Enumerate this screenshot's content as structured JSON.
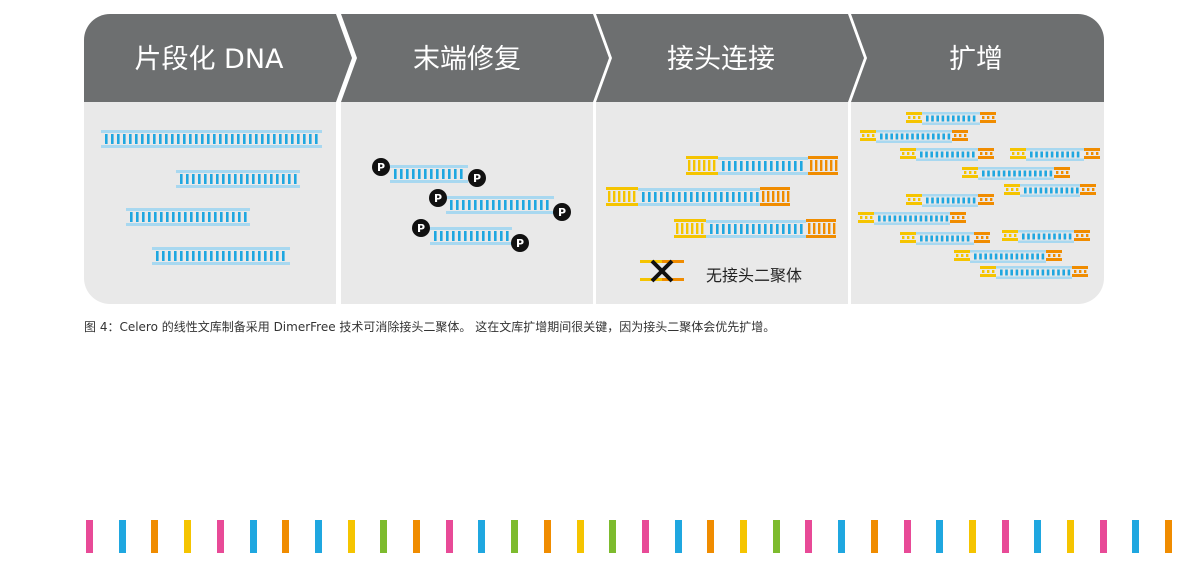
{
  "steps": [
    {
      "label": "片段化 DNA"
    },
    {
      "label": "末端修复"
    },
    {
      "label": "接头连接"
    },
    {
      "label": "扩增"
    }
  ],
  "end_repair": {
    "phosphate_symbol": "P"
  },
  "adapter_ligation": {
    "excluded_label": "无接头二聚体"
  },
  "caption": "图 4：Celero 的线性文库制备采用 DimerFree 技术可消除接头二聚体。 这在文库扩增期间很关键，因为接头二聚体会优先扩增。",
  "colors": {
    "header_bg": "#6d6f70",
    "panel_bg": "#e9e9e9",
    "dna_strand": "#a8d8f0",
    "dna_rung": "#1fa7e0",
    "adapter_yellow": "#f5c400",
    "adapter_orange": "#f08c00",
    "cross": "#111111",
    "phosphate_bg": "#111111",
    "stripe_colors": [
      "#e84a97",
      "#1fa7e0",
      "#f08c00",
      "#f5c400",
      "#7dbb2e"
    ]
  },
  "stripe_sequence": [
    "#e84a97",
    "#1fa7e0",
    "#f08c00",
    "#f5c400",
    "#e84a97",
    "#1fa7e0",
    "#f08c00",
    "#1fa7e0",
    "#f5c400",
    "#7dbb2e",
    "#f08c00",
    "#e84a97",
    "#1fa7e0",
    "#7dbb2e",
    "#f08c00",
    "#f5c400",
    "#7dbb2e",
    "#e84a97",
    "#1fa7e0",
    "#f08c00",
    "#f5c400",
    "#7dbb2e",
    "#e84a97",
    "#1fa7e0",
    "#f08c00",
    "#e84a97",
    "#1fa7e0",
    "#f5c400",
    "#e84a97",
    "#1fa7e0",
    "#f5c400",
    "#e84a97",
    "#1fa7e0",
    "#f08c00"
  ]
}
